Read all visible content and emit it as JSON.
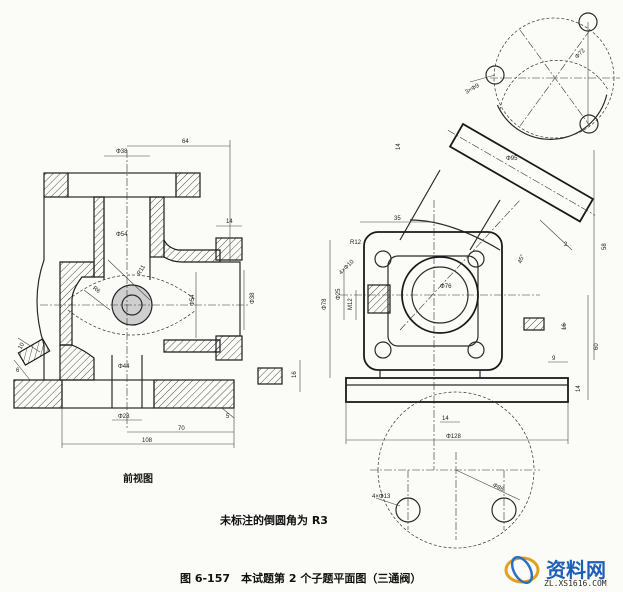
{
  "front_view": {
    "title": "前视图",
    "dims": {
      "d38": "Φ38",
      "d64": "64",
      "d14": "14",
      "d54": "Φ54",
      "r11": "R11",
      "r6": "R6",
      "d54b": "Φ54",
      "d38b": "Φ38",
      "d16": "16",
      "d6": "6",
      "d44": "Φ44",
      "d28": "Φ28",
      "d70": "70",
      "d108": "108",
      "d5": "5",
      "d10": "10"
    }
  },
  "side_view": {
    "dims": {
      "d35": "35",
      "r12": "R12",
      "holes": "4×Φ10",
      "d95": "Φ95",
      "d14": "14",
      "d78": "Φ78",
      "d25": "Φ25",
      "m12": "M12",
      "d76": "Φ76",
      "a45": "45°",
      "d2": "2",
      "d58": "58",
      "d16": "16",
      "d60": "60",
      "d9": "9",
      "d14b": "14",
      "d14c": "14",
      "d128": "Φ128"
    }
  },
  "top_flange": {
    "dims": {
      "holes": "3×Φ9",
      "d72": "Φ72"
    }
  },
  "bottom_flange": {
    "dims": {
      "holes": "4×Φ13",
      "d86": "Φ86"
    }
  },
  "notes": {
    "fillet": "未标注的倒圆角为 R3"
  },
  "caption": {
    "text": "图 6-157　本试题第 2 个子题平面图（三通阀）"
  },
  "watermark": {
    "brand": "资料网",
    "url": "ZL.XS1616.COM"
  }
}
